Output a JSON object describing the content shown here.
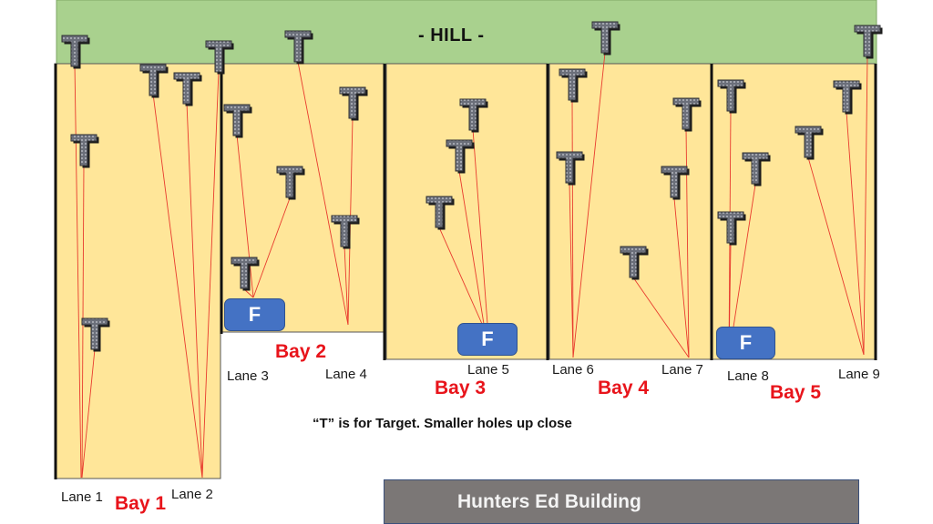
{
  "hill": {
    "label": "- HILL -"
  },
  "note": "“T” is for Target. Smaller holes up close",
  "building": {
    "label": "Hunters Ed Building"
  },
  "target_glyph": "T",
  "firing_label": "F",
  "bays": [
    {
      "label": "Bay 1"
    },
    {
      "label": "Bay 2"
    },
    {
      "label": "Bay 3"
    },
    {
      "label": "Bay 4"
    },
    {
      "label": "Bay 5"
    }
  ],
  "lanes": [
    {
      "label": "Lane 1"
    },
    {
      "label": "Lane 2"
    },
    {
      "label": "Lane 3"
    },
    {
      "label": "Lane 4"
    },
    {
      "label": "Lane 5"
    },
    {
      "label": "Lane 6"
    },
    {
      "label": "Lane 7"
    },
    {
      "label": "Lane 8"
    },
    {
      "label": "Lane 9"
    }
  ],
  "colors": {
    "hill": "#a9d18e",
    "bay_fill": "#ffe699",
    "firing_box": "#4472c4",
    "sight_line": "#e83b2e",
    "building": "#7b7776",
    "bay_label": "#e8141b"
  }
}
